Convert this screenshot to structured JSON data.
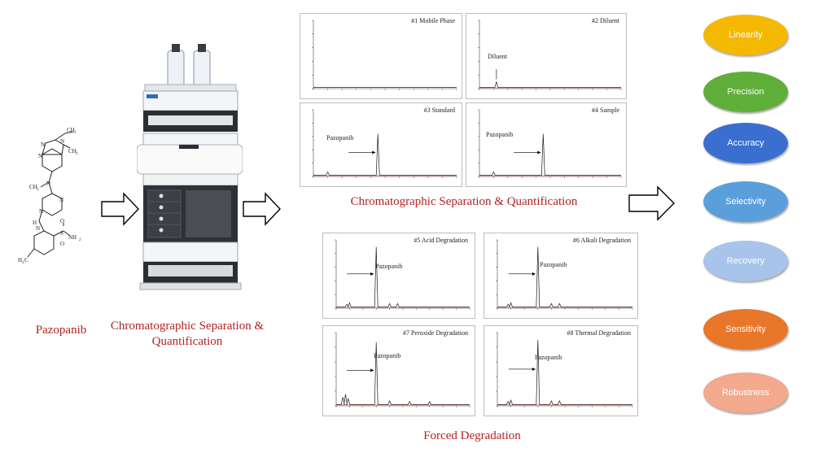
{
  "molecule": {
    "name": "Pazopanib"
  },
  "instrument": {
    "caption": "Chromatographic Separation & Quantification"
  },
  "chromatograms": {
    "heading": "Chromatographic Separation & Quantification",
    "panels": [
      {
        "title": "#1 Mobile Phase"
      },
      {
        "title": "#2 Diluent",
        "annotation": "Diluent"
      },
      {
        "title": "#3 Standard",
        "annotation": "Pazopanib"
      },
      {
        "title": "#4 Sample",
        "annotation": "Pazopanib"
      }
    ]
  },
  "degradation": {
    "heading": "Forced Degradation",
    "panels": [
      {
        "title": "#5 Acid Degradation",
        "annotation": "Pazopanib"
      },
      {
        "title": "#6 Alkali Degradation",
        "annotation": "Pazopanib"
      },
      {
        "title": "#7 Peroxide Degradation",
        "annotation": "Pazopanib"
      },
      {
        "title": "#8 Thermal Degradation",
        "annotation": "Pazopanib"
      }
    ]
  },
  "validation": {
    "parameters": [
      {
        "label": "Linearity",
        "color": "#f5b800"
      },
      {
        "label": "Precision",
        "color": "#5fae3a"
      },
      {
        "label": "Accuracy",
        "color": "#3a6fd0"
      },
      {
        "label": "Selectivity",
        "color": "#5a9fdc"
      },
      {
        "label": "Recovery",
        "color": "#a8c4ea"
      },
      {
        "label": "Sensitivity",
        "color": "#e8772a"
      },
      {
        "label": "Robustness",
        "color": "#f3a98e"
      }
    ]
  }
}
